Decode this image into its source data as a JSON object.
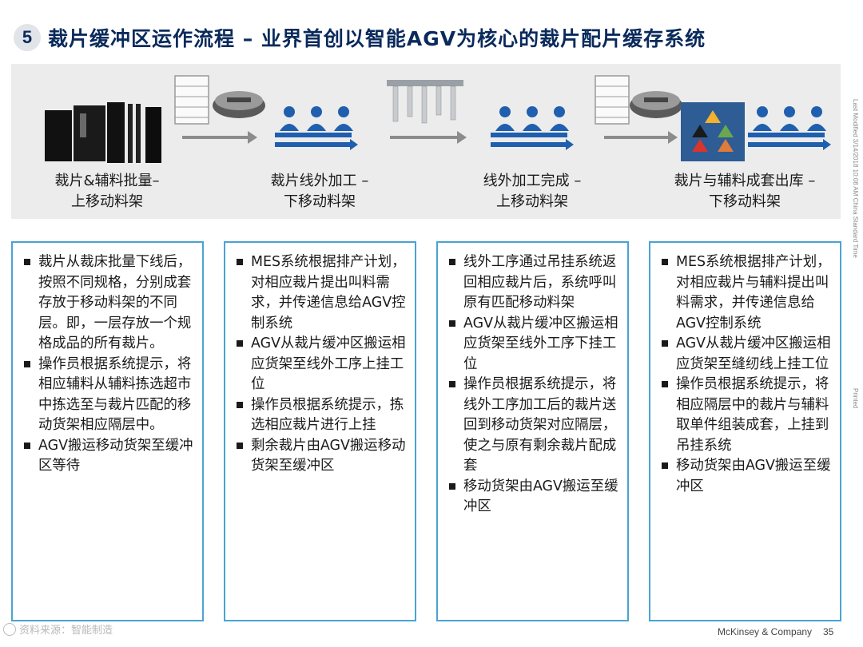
{
  "slide": {
    "number": "5",
    "title": "裁片缓冲区运作流程 – 业界首创以智能AGV为核心的裁片配片缓存系统"
  },
  "process": {
    "steps": [
      {
        "label_lines": [
          "裁片&辅料批量–",
          "上移动料架"
        ]
      },
      {
        "label_lines": [
          "裁片线外加工 –",
          "下移动料架"
        ]
      },
      {
        "label_lines": [
          "线外加工完成 –",
          "上移动料架"
        ]
      },
      {
        "label_lines": [
          "裁片与辅料成套出库 –",
          "下移动料架"
        ]
      }
    ]
  },
  "details": [
    {
      "bullets": [
        "裁片从裁床批量下线后，按照不同规格，分别成套存放于移动料架的不同层。即，一层存放一个规格成品的所有裁片。",
        "操作员根据系统提示，将相应辅料从辅料拣选超市中拣选至与裁片匹配的移动货架相应隔层中。",
        "AGV搬运移动货架至缓冲区等待"
      ]
    },
    {
      "bullets": [
        "MES系统根据排产计划，对相应裁片提出叫料需求，并传递信息给AGV控制系统",
        "AGV从裁片缓冲区搬运相应货架至线外工序上挂工位",
        "操作员根据系统提示，拣选相应裁片进行上挂",
        "剩余裁片由AGV搬运移动货架至缓冲区"
      ]
    },
    {
      "bullets": [
        "线外工序通过吊挂系统返回相应裁片后，系统呼叫原有匹配移动料架",
        "AGV从裁片缓冲区搬运相应货架至线外工序下挂工位",
        "操作员根据系统提示，将线外工序加工后的裁片送回到移动货架对应隔层，使之与原有剩余裁片配成套",
        "移动货架由AGV搬运至缓冲区"
      ]
    },
    {
      "bullets": [
        "MES系统根据排产计划，对相应裁片与辅料提出叫料需求，并传递信息给AGV控制系统",
        "AGV从裁片缓冲区搬运相应货架至缝纫线上挂工位",
        "操作员根据系统提示，将相应隔层中的裁片与辅料取单件组装成套，上挂到吊挂系统",
        "移动货架由AGV搬运至缓冲区"
      ]
    }
  ],
  "side_notes": {
    "modified": "Last Modified 3/14/2018 10:08 AM China Standard Time",
    "printed": "Printed"
  },
  "footer": {
    "brand": "McKinsey & Company",
    "page": "35",
    "watermark": "资料来源：智能制造"
  },
  "colors": {
    "title": "#0a2a5c",
    "box_border": "#4aa3d4",
    "band": "#ececec",
    "worker_blue": "#1f5fae",
    "triangle_colors": [
      "#f2b12e",
      "#1a1a1a",
      "#6aa84f",
      "#d9352b",
      "#e07b39"
    ]
  }
}
